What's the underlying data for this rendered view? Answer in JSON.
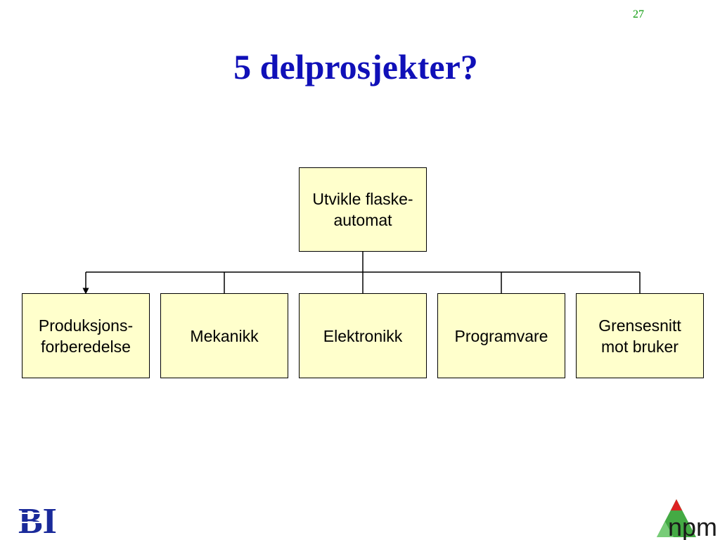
{
  "page_number": "27",
  "title": "5 delprosjekter?",
  "hierarchy": {
    "root": "Utvikle flaske-\nautomat",
    "children": [
      "Produksjons-\nforberedelse",
      "Mekanikk",
      "Elektronikk",
      "Programvare",
      "Grensesnitt\nmot bruker"
    ]
  },
  "colors": {
    "title": "#1010b8",
    "page_number": "#0a9a0a",
    "box_fill": "#ffffcc",
    "box_border": "#000000",
    "bi_logo": "#1a2a9a"
  },
  "logos": {
    "bi": "BI",
    "npm": "npm"
  }
}
